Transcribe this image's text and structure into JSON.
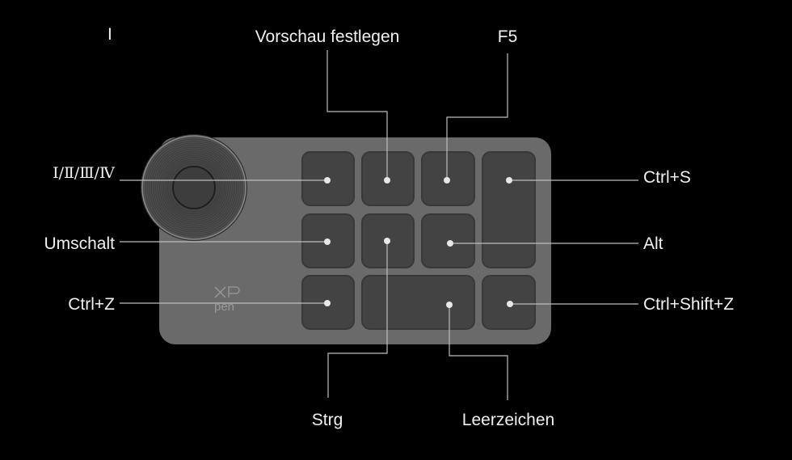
{
  "device": {
    "brand_logo": "XP pen"
  },
  "labels": {
    "dial_button": "I",
    "dial_modes": "Ⅰ/Ⅱ/Ⅲ/Ⅳ",
    "key_1": "Vorschau festlegen",
    "key_2": "F5",
    "key_3": "Ctrl+S",
    "key_4": "Umschalt",
    "key_5": "Alt",
    "key_6": "Ctrl+Z",
    "key_7": "Ctrl+Shift+Z",
    "key_8": "Strg",
    "key_9": "Leerzeichen"
  },
  "colors": {
    "background": "#000000",
    "body": "#6a6a6a",
    "key": "#434343",
    "line": "#bdbdbd"
  }
}
